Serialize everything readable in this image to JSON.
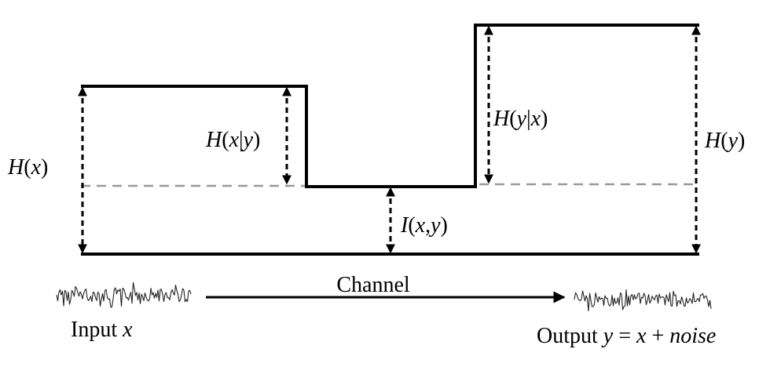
{
  "labels": {
    "h_x": {
      "fn": "H",
      "open": "(",
      "var": "x",
      "close": ")"
    },
    "h_x_given_y": {
      "fn": "H",
      "open": "(",
      "a": "x",
      "bar": "|",
      "b": "y",
      "close": ")"
    },
    "h_y_given_x": {
      "fn": "H",
      "open": "(",
      "a": "y",
      "bar": "|",
      "b": "x",
      "close": ")"
    },
    "h_y": {
      "fn": "H",
      "open": "(",
      "var": "y",
      "close": ")"
    },
    "i_xy": {
      "fn": "I",
      "open": "(",
      "a": "x",
      "sep": ",",
      "b": "y",
      "close": ")"
    }
  },
  "channel_label": "Channel",
  "input": {
    "word": "Input ",
    "var": "x"
  },
  "output": {
    "word": "Output ",
    "y": "y",
    "eq": " = ",
    "x": "x",
    "plus": " + ",
    "noise": "noise"
  },
  "colors": {
    "line": "#000000",
    "dashed": "#999999"
  }
}
